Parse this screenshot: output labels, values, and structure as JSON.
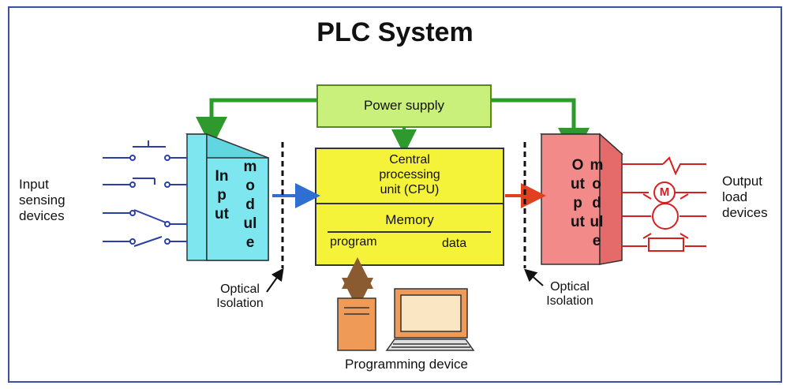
{
  "title": "PLC System",
  "power_supply": "Power supply",
  "cpu_lines": [
    "Central",
    "processing",
    "unit (CPU)"
  ],
  "memory": {
    "label": "Memory",
    "program": "program",
    "data": "data"
  },
  "input_module": {
    "word1": "Input",
    "word2": "module"
  },
  "output_module": {
    "word1": "Output",
    "word2": "module"
  },
  "input_devices": [
    "Input",
    "sensing",
    "devices"
  ],
  "output_devices": [
    "Output",
    "load",
    "devices"
  ],
  "optical_isolation": [
    "Optical",
    "Isolation"
  ],
  "programming_device": "Programming device",
  "motor_symbol": "M",
  "colors": {
    "power": "#c8f07a",
    "cpu": "#f5f23a",
    "input": "#7de6ee",
    "output": "#f28a8a",
    "arrow_green": "#2e9a2e",
    "arrow_blue": "#2e6fd1",
    "arrow_red": "#e0401e",
    "wire_blue": "#2b3fa8",
    "wire_red": "#d32020",
    "computer": "#f09a58",
    "frame": "#3b4fa3"
  }
}
